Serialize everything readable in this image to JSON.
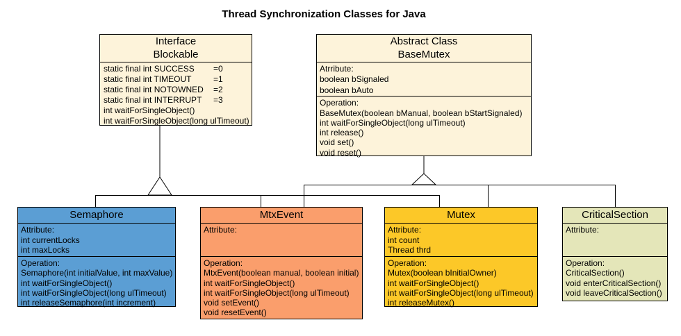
{
  "title": "Thread Synchronization Classes for Java",
  "colors": {
    "box_cream": "#FDF3DA",
    "semaphore_blue": "#5B9ED4",
    "mtxevent_orange": "#FA9E6C",
    "mutex_gold": "#FCC828",
    "criticalsection_olive": "#E4E6B9",
    "line": "#000000"
  },
  "classes": {
    "blockable": {
      "stereotype": "Interface",
      "name": "Blockable",
      "members": [
        {
          "label": "static final int SUCCESS",
          "value": "=0"
        },
        {
          "label": "static final int TIMEOUT",
          "value": "=1"
        },
        {
          "label": "static final int NOTOWNED",
          "value": "=2"
        },
        {
          "label": "static final int INTERRUPT",
          "value": "=3"
        },
        {
          "label": "int waitForSingleObject()",
          "value": ""
        },
        {
          "label": "int waitForSingleObject(long ulTimeout)",
          "value": ""
        }
      ]
    },
    "basemutex": {
      "stereotype": "Abstract Class",
      "name": "BaseMutex",
      "attr_label": "Atrribute:",
      "attributes": [
        "boolean bSignaled",
        "boolean bAuto"
      ],
      "op_label": "Operation:",
      "operations": [
        "BaseMutex(boolean bManual, boolean bStartSignaled)",
        "int waitForSingleObject(long ulTimeout)",
        "int release()",
        "void set()",
        "void reset()"
      ]
    },
    "semaphore": {
      "name": "Semaphore",
      "attr_label": "Attribute:",
      "attributes": [
        "int currentLocks",
        "int maxLocks"
      ],
      "op_label": "Operation:",
      "operations": [
        "Semaphore(int initialValue, int maxValue)",
        "int waitForSingleObject()",
        "int waitForSingleObject(long ulTimeout)",
        "int releaseSemaphore(int increment)"
      ]
    },
    "mtxevent": {
      "name": "MtxEvent",
      "attr_label": "Attribute:",
      "attributes": [],
      "op_label": "Operation:",
      "operations": [
        "MtxEvent(boolean manual, boolean initial)",
        "int waitForSingleObject()",
        "int waitForSingleObject(long ulTimeout)",
        "void setEvent()",
        "void resetEvent()"
      ]
    },
    "mutex": {
      "name": "Mutex",
      "attr_label": "Attribute:",
      "attributes": [
        "int count",
        "Thread thrd"
      ],
      "op_label": "Operation:",
      "operations": [
        "Mutex(boolean bInitialOwner)",
        "int waitForSingleObject()",
        "int waitForSingleObject(long ulTimeout)",
        "int releaseMutex()"
      ]
    },
    "criticalsection": {
      "name": "CriticalSection",
      "attr_label": "Attribute:",
      "attributes": [],
      "op_label": "Operation:",
      "operations": [
        "CriticalSection()",
        "void enterCriticalSection()",
        "void leaveCriticalSection()"
      ]
    }
  }
}
